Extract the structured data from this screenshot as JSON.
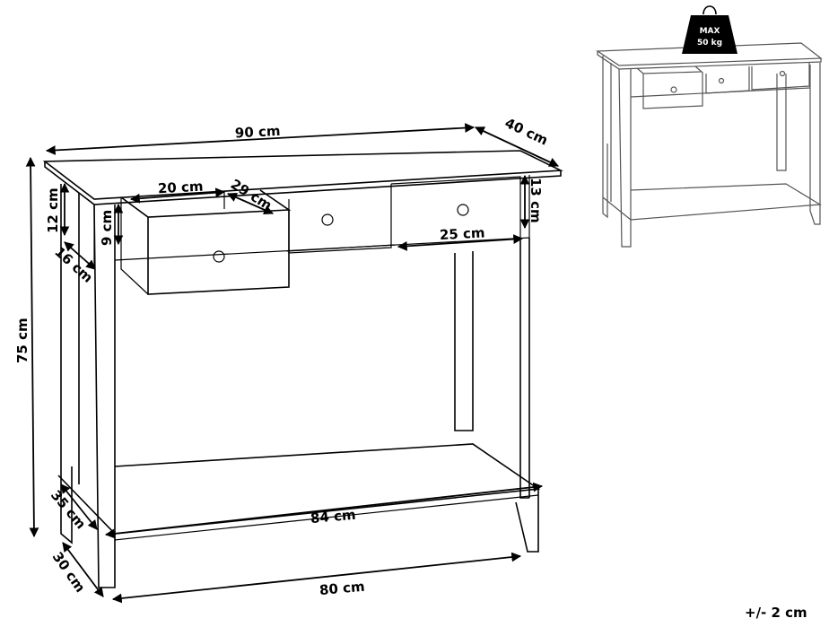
{
  "dimensions": {
    "width_top": "90 cm",
    "depth_top": "40 cm",
    "height_total": "75 cm",
    "apron_height": "12 cm",
    "leg_depth": "16 cm",
    "drawer_width": "20 cm",
    "drawer_depth": "29 cm",
    "drawer_height": "9 cm",
    "side_drawer_height": "13 cm",
    "side_drawer_width": "25 cm",
    "shelf_width": "84 cm",
    "shelf_depth": "35 cm",
    "base_width": "80 cm",
    "base_depth": "30 cm"
  },
  "weight_badge": {
    "line1": "MAX",
    "line2": "50 kg"
  },
  "tolerance": "+/- 2 cm"
}
